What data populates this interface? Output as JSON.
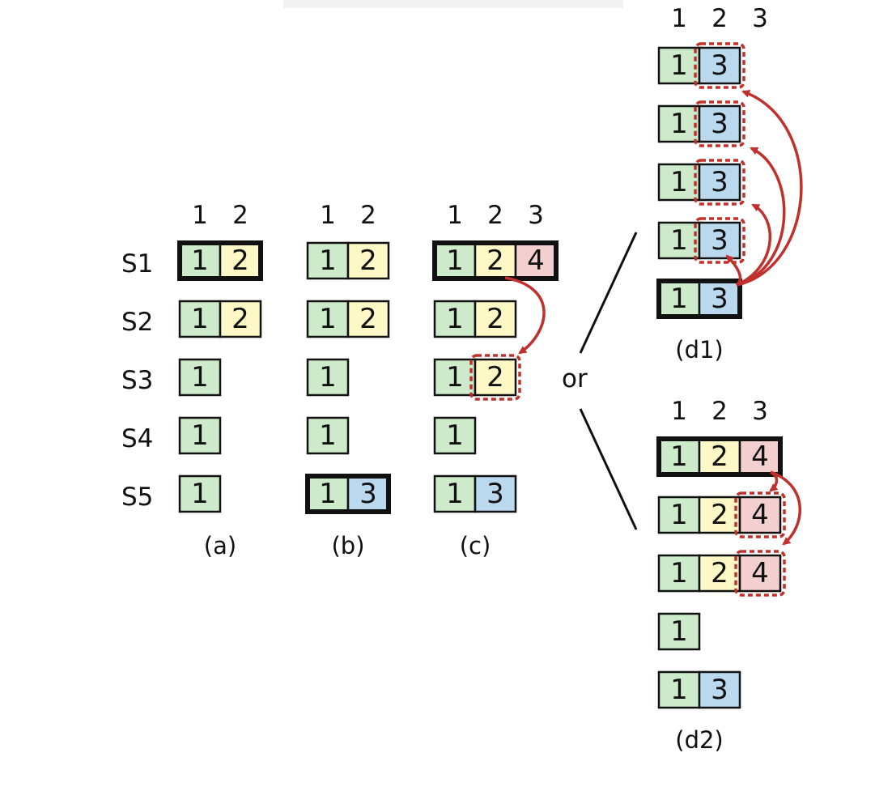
{
  "colors": {
    "entry_1": "#cdeacb",
    "entry_2": "#fdf8c5",
    "entry_3": "#bad8ee",
    "entry_4": "#f3cfcf",
    "arrow": "#c0302c",
    "outline": "#111111"
  },
  "server_labels": [
    "S1",
    "S2",
    "S3",
    "S4",
    "S5"
  ],
  "or_label": "or",
  "panels": [
    {
      "id": "a",
      "caption": "(a)",
      "index_labels": [
        "1",
        "2"
      ],
      "logs": [
        {
          "terms": [
            "1",
            "2"
          ],
          "leader": true
        },
        {
          "terms": [
            "1",
            "2"
          ]
        },
        {
          "terms": [
            "1"
          ]
        },
        {
          "terms": [
            "1"
          ]
        },
        {
          "terms": [
            "1"
          ]
        }
      ]
    },
    {
      "id": "b",
      "caption": "(b)",
      "index_labels": [
        "1",
        "2"
      ],
      "logs": [
        {
          "terms": [
            "1",
            "2"
          ]
        },
        {
          "terms": [
            "1",
            "2"
          ]
        },
        {
          "terms": [
            "1"
          ]
        },
        {
          "terms": [
            "1"
          ]
        },
        {
          "terms": [
            "1",
            "3"
          ],
          "leader": true
        }
      ]
    },
    {
      "id": "c",
      "caption": "(c)",
      "index_labels": [
        "1",
        "2",
        "3"
      ],
      "logs": [
        {
          "terms": [
            "1",
            "2",
            "4"
          ],
          "leader": true
        },
        {
          "terms": [
            "1",
            "2"
          ]
        },
        {
          "terms": [
            "1",
            "2"
          ],
          "highlight": 1
        },
        {
          "terms": [
            "1"
          ]
        },
        {
          "terms": [
            "1",
            "3"
          ]
        }
      ]
    },
    {
      "id": "d1",
      "caption": "(d1)",
      "index_labels": [
        "1",
        "2",
        "3"
      ],
      "logs": [
        {
          "terms": [
            "1",
            "3"
          ],
          "highlight": 1
        },
        {
          "terms": [
            "1",
            "3"
          ],
          "highlight": 1
        },
        {
          "terms": [
            "1",
            "3"
          ],
          "highlight": 1
        },
        {
          "terms": [
            "1",
            "3"
          ],
          "highlight": 1
        },
        {
          "terms": [
            "1",
            "3"
          ],
          "leader": true
        }
      ]
    },
    {
      "id": "d2",
      "caption": "(d2)",
      "index_labels": [
        "1",
        "2",
        "3"
      ],
      "logs": [
        {
          "terms": [
            "1",
            "2",
            "4"
          ],
          "leader": true
        },
        {
          "terms": [
            "1",
            "2",
            "4"
          ],
          "highlight": 2
        },
        {
          "terms": [
            "1",
            "2",
            "4"
          ],
          "highlight": 2
        },
        {
          "terms": [
            "1"
          ]
        },
        {
          "terms": [
            "1",
            "3"
          ]
        }
      ]
    }
  ]
}
